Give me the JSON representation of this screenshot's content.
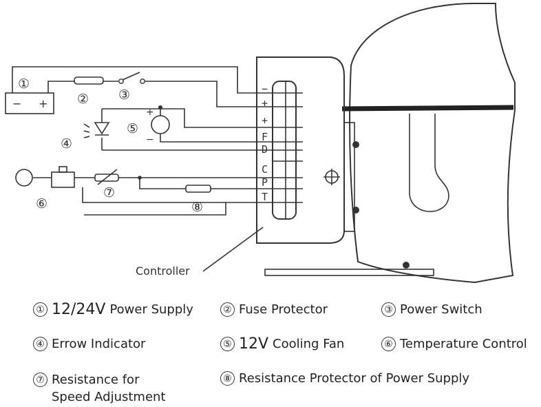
{
  "terminals": [
    "−",
    "+",
    "+",
    "F",
    "D",
    "C",
    "P",
    "T"
  ],
  "components": [
    {
      "num": "①"
    },
    {
      "num": "②"
    },
    {
      "num": "③"
    },
    {
      "num": "④"
    },
    {
      "num": "⑤"
    },
    {
      "num": "⑥"
    },
    {
      "num": "⑦"
    },
    {
      "num": "⑧"
    }
  ],
  "battery": {
    "minus": "−",
    "plus": "+"
  },
  "fan_symbol": {
    "plus": "+",
    "minus": "−"
  },
  "controller_label": "Controller",
  "legend": [
    {
      "num": "①",
      "prefix": "12/24V",
      "text": "Power Supply"
    },
    {
      "num": "②",
      "text": "Fuse Protector"
    },
    {
      "num": "③",
      "text": "Power Switch"
    },
    {
      "num": "④",
      "text": "Errow Indicator"
    },
    {
      "num": "⑤",
      "prefix": "12V",
      "text": "Cooling Fan"
    },
    {
      "num": "⑥",
      "text": "Temperature Control"
    },
    {
      "num": "⑦",
      "line1": "Resistance for",
      "line2": "Speed Adjustment"
    },
    {
      "num": "⑧",
      "text": "Resistance Protector of Power Supply"
    }
  ]
}
